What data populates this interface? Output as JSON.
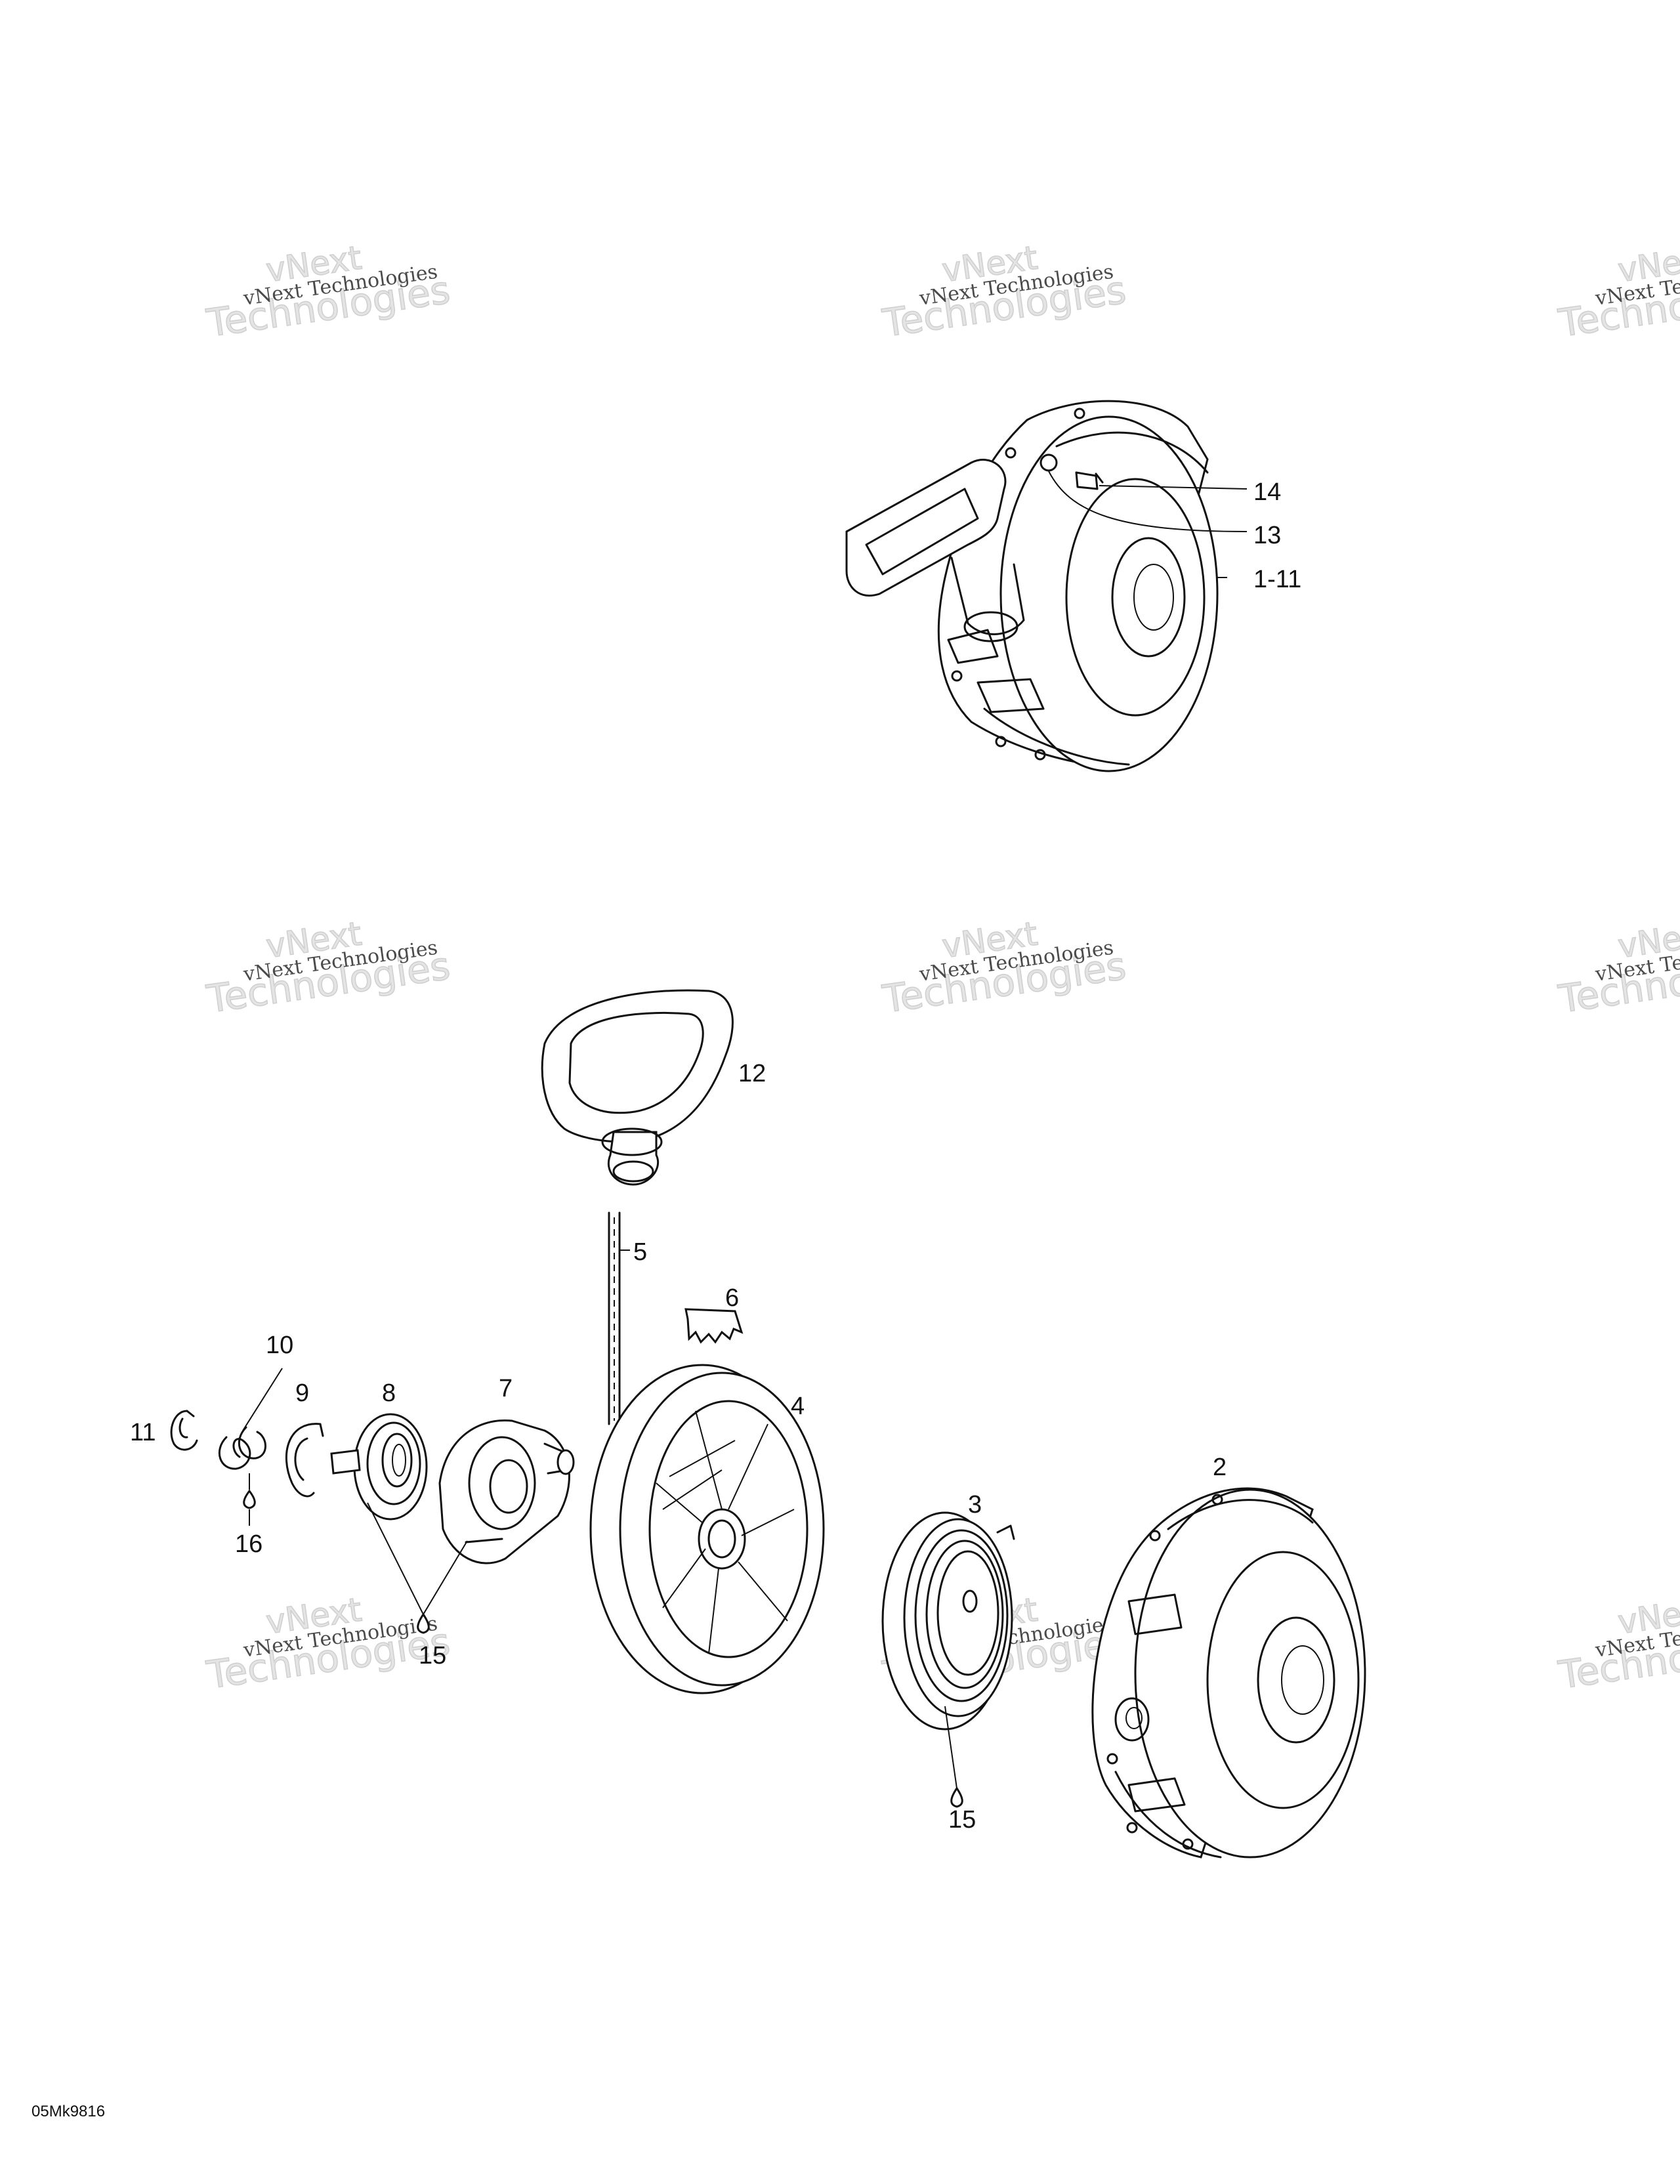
{
  "diagram": {
    "part_code": "05Mk9816",
    "watermark": {
      "line1": "vNext Technologies",
      "line2": "vNext",
      "line3": "Technologies"
    },
    "labels": {
      "l14": "14",
      "l13": "13",
      "l1_11": "1-11",
      "l12": "12",
      "l5": "5",
      "l6": "6",
      "l10": "10",
      "l9": "9",
      "l8": "8",
      "l7": "7",
      "l4": "4",
      "l11": "11",
      "l16": "16",
      "l15a": "15",
      "l3": "3",
      "l2": "2",
      "l15b": "15"
    }
  }
}
